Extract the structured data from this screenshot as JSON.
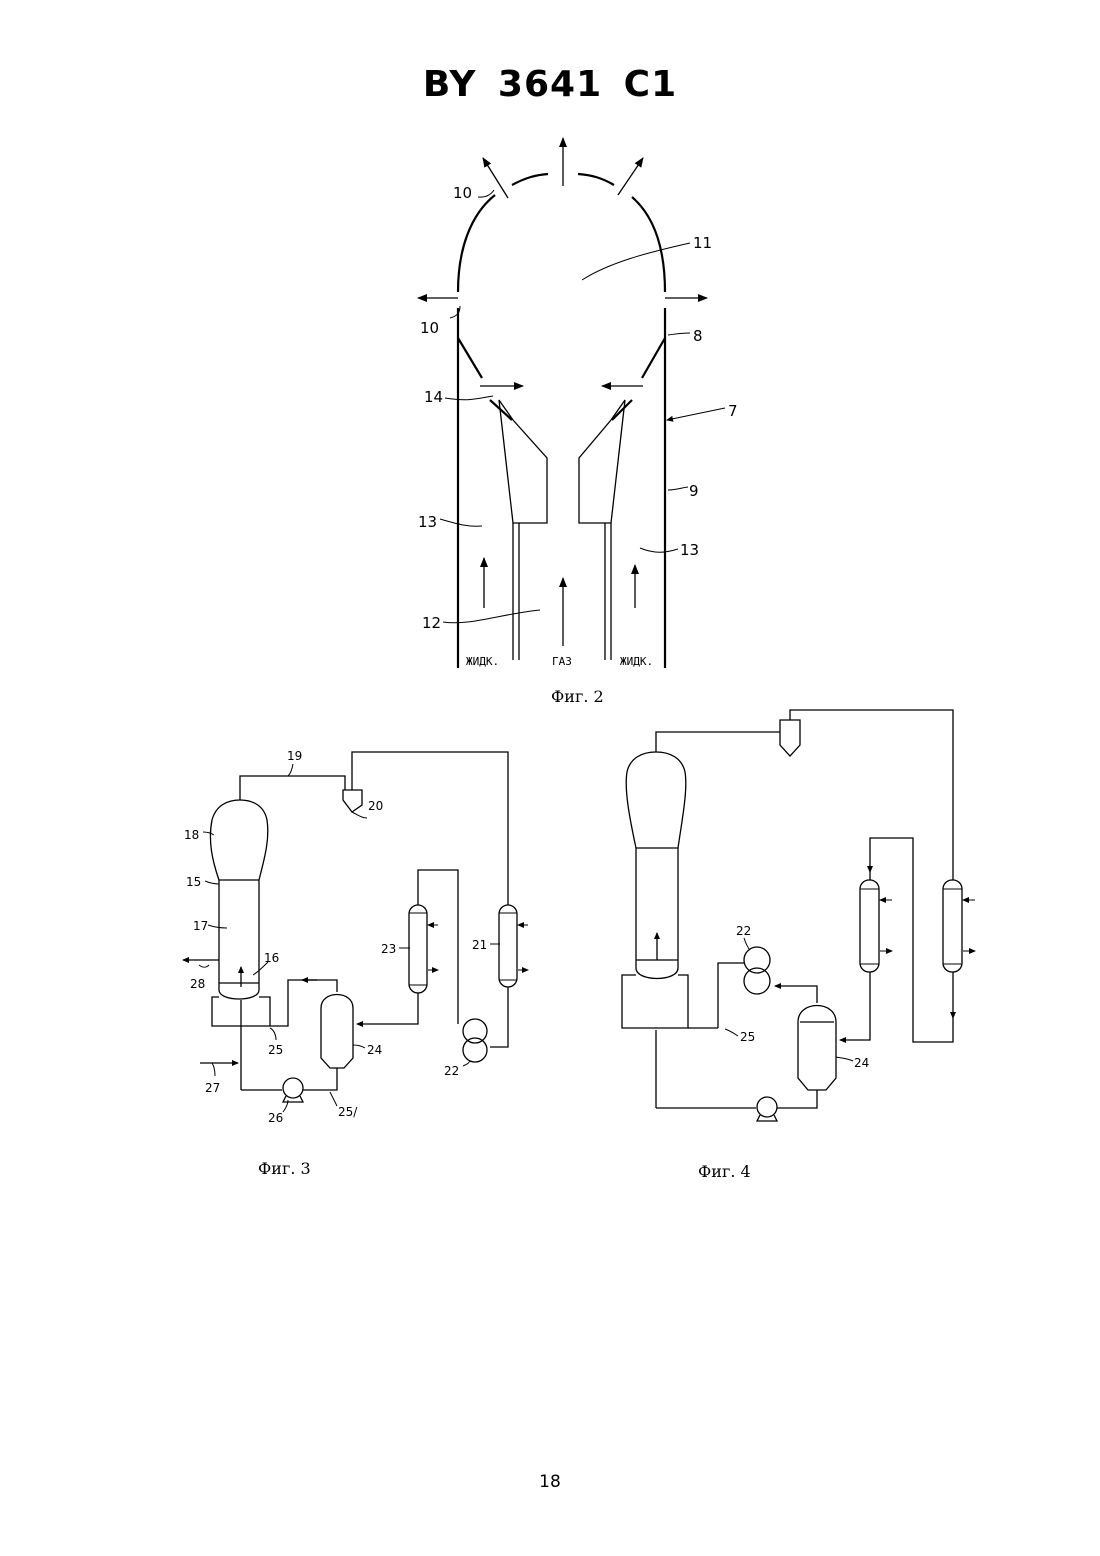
{
  "document": {
    "header": "BY 3641 C1",
    "page_number": "18"
  },
  "fig2": {
    "caption": "Фиг. 2",
    "labels": {
      "l10a": "10",
      "l10b": "10",
      "l11": "11",
      "l8": "8",
      "l7": "7",
      "l14": "14",
      "l9": "9",
      "l13a": "13",
      "l13b": "13",
      "l12": "12"
    },
    "bottom_labels": {
      "left": "ЖИДК.",
      "center": "ГАЗ",
      "right": "ЖИДК."
    }
  },
  "fig3": {
    "caption": "Фиг. 3",
    "labels": {
      "l19": "19",
      "l20": "20",
      "l18": "18",
      "l15": "15",
      "l17": "17",
      "l16": "16",
      "l28": "28",
      "l23": "23",
      "l21": "21",
      "l25": "25",
      "l24": "24",
      "l22": "22",
      "l27": "27",
      "l26": "26",
      "l25p": "25/"
    }
  },
  "fig4": {
    "caption": "Фиг. 4",
    "labels": {
      "l22": "22",
      "l25": "25",
      "l24": "24"
    }
  }
}
